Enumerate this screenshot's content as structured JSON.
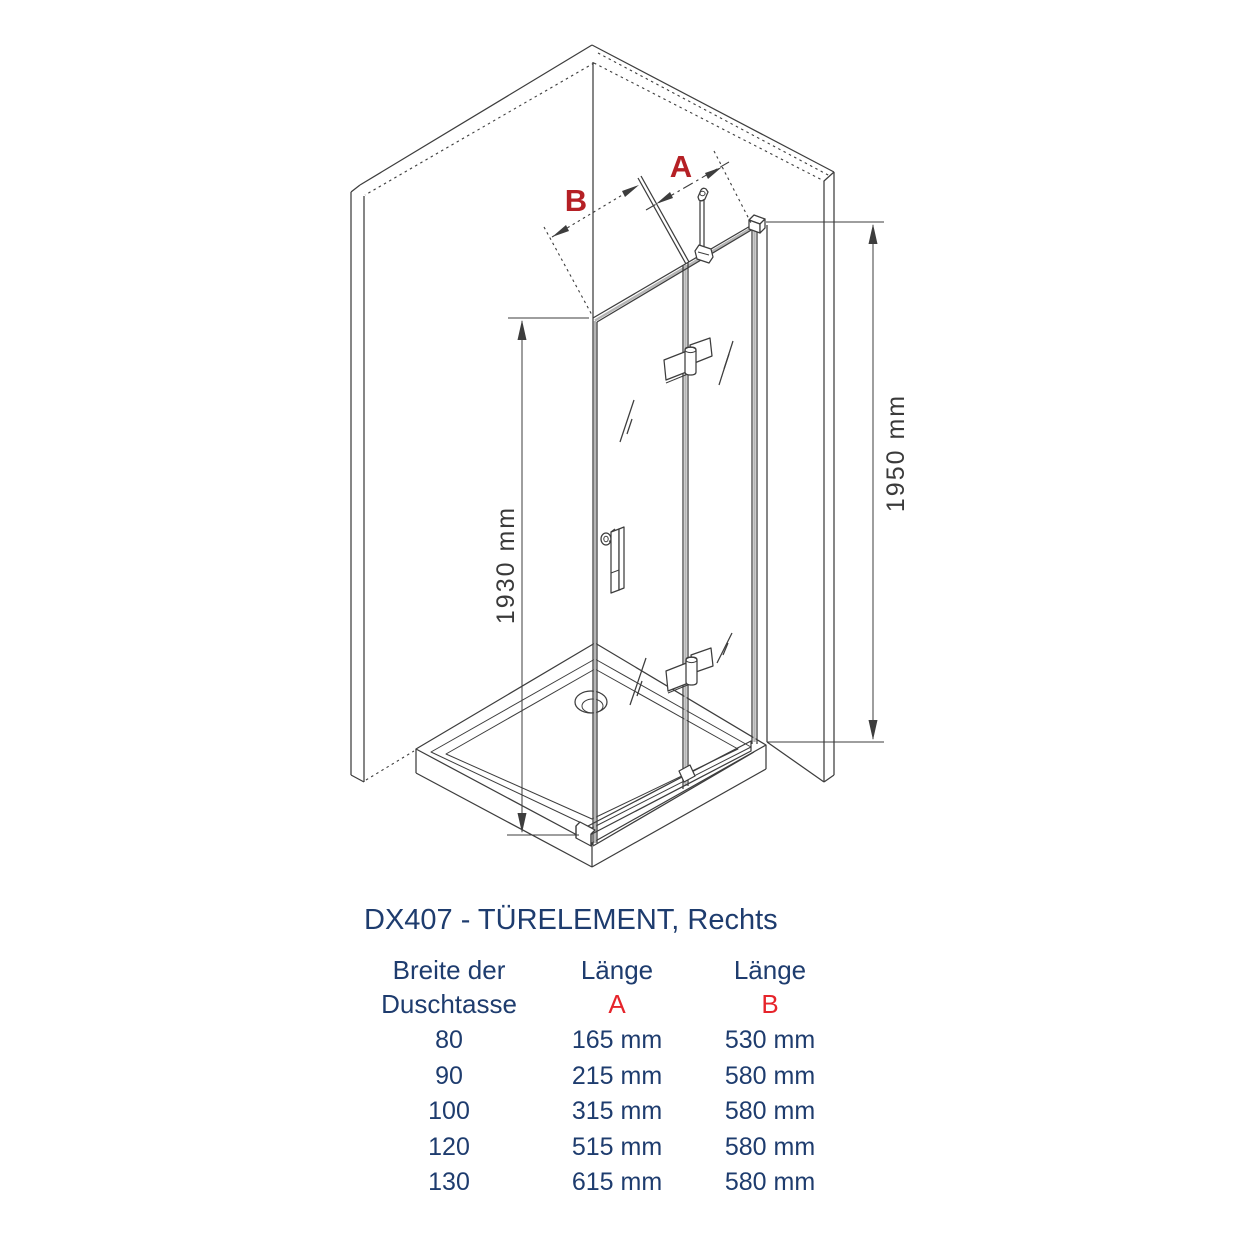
{
  "title": "DX407 - TÜRELEMENT, Rechts",
  "diagram": {
    "label_a": "A",
    "label_b": "B",
    "door_height": "1930 mm",
    "panel_height": "1950 mm",
    "colors": {
      "line": "#3d3d3d",
      "red_label": "#b52025",
      "glass_edge": "#b5b5b5"
    }
  },
  "table": {
    "headers": [
      {
        "line1": "Breite der",
        "line2": "Duschtasse",
        "accent": false
      },
      {
        "line1": "Länge",
        "line2": "A",
        "accent": true
      },
      {
        "line1": "Länge",
        "line2": "B",
        "accent": true
      }
    ],
    "rows": [
      [
        "80",
        "165 mm",
        "530 mm"
      ],
      [
        "90",
        "215 mm",
        "580 mm"
      ],
      [
        "100",
        "315 mm",
        "580 mm"
      ],
      [
        "120",
        "515 mm",
        "580 mm"
      ],
      [
        "130",
        "615 mm",
        "580 mm"
      ]
    ],
    "colors": {
      "text": "#1e3c6e",
      "accent": "#e6242b"
    }
  }
}
